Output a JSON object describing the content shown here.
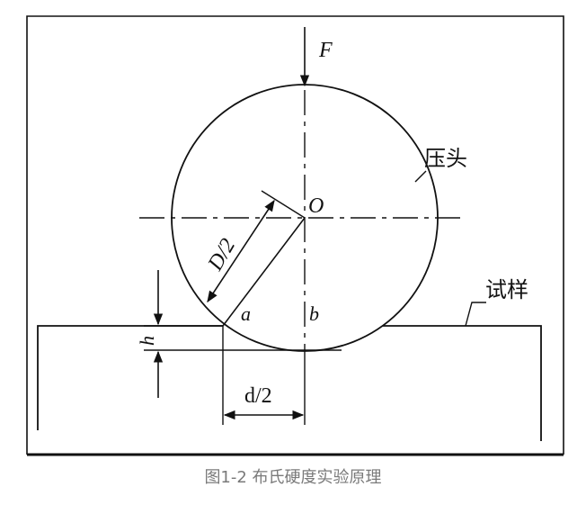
{
  "diagram": {
    "labels": {
      "force": "F",
      "center": "O",
      "indenter": "压头",
      "specimen": "试样",
      "radius": "D/2",
      "point_a": "a",
      "point_b": "b",
      "depth": "h",
      "half_diameter": "d/2"
    }
  },
  "caption": "图1-2 布氏硬度实验原理"
}
